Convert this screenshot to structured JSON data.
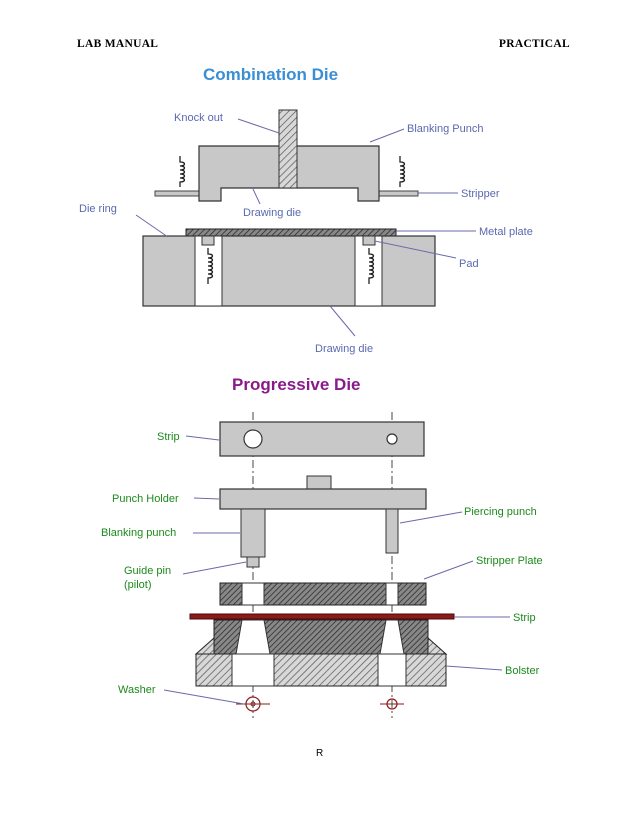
{
  "header": {
    "left": "LAB MANUAL",
    "right": "PRACTICAL"
  },
  "combination_die": {
    "title": "Combination Die",
    "labels": {
      "knock_out": "Knock out",
      "blanking_punch": "Blanking Punch",
      "stripper": "Stripper",
      "die_ring": "Die ring",
      "drawing_die_top": "Drawing die",
      "metal_plate": "Metal plate",
      "pad": "Pad",
      "drawing_die_bottom": "Drawing die"
    }
  },
  "progressive_die": {
    "title": "Progressive Die",
    "labels": {
      "strip_top": "Strip",
      "punch_holder": "Punch Holder",
      "blanking_punch": "Blanking punch",
      "piercing_punch": "Piercing punch",
      "guide_pin_1": "Guide pin",
      "guide_pin_2": "(pilot)",
      "stripper_plate": "Stripper Plate",
      "strip_bottom": "Strip",
      "bolster": "Bolster",
      "washer": "Washer"
    }
  },
  "footer": {
    "page": "R"
  },
  "colors": {
    "title1": "#3a8fd4",
    "title2": "#8a1a8a",
    "label1": "#5a68b0",
    "label2": "#1c8a1c",
    "strip": "#8b1a1a",
    "part": "#c8c8c8"
  }
}
